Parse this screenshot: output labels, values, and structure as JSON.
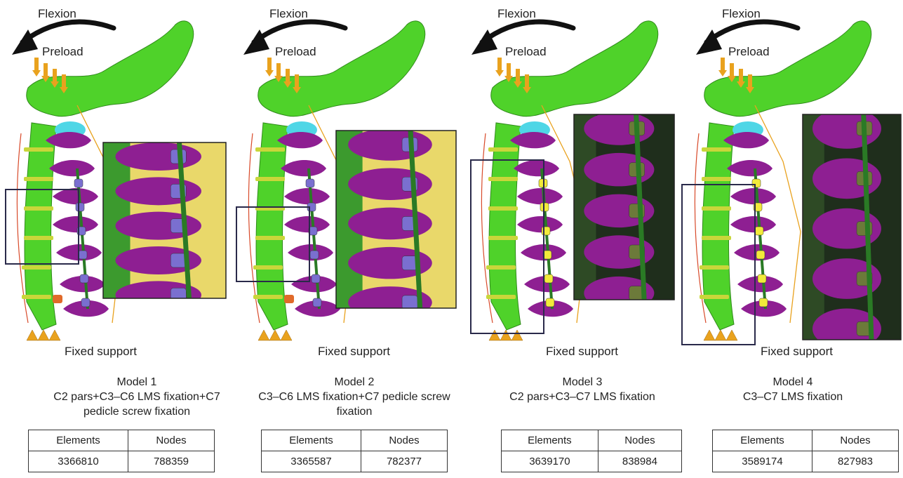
{
  "labels": {
    "flexion": "Flexion",
    "preload": "Preload",
    "fixed_support": "Fixed support"
  },
  "colors": {
    "bone_green": "#4fd22a",
    "process_purple": "#8e1f92",
    "ligament_cyan": "#4fd6e6",
    "screw_yellow": "#f2ea3a",
    "arrow_orange": "#e9a21e",
    "disc_yellow": "#c9d63a"
  },
  "models": [
    {
      "title": "Model 1",
      "description": "C2 pars+C3–C6 LMS fixation+C7 pedicle screw fixation",
      "table": {
        "headers": [
          "Elements",
          "Nodes"
        ],
        "values": [
          "3366810",
          "788359"
        ]
      }
    },
    {
      "title": "Model 2",
      "description": "C3–C6 LMS fixation+C7 pedicle screw fixation",
      "table": {
        "headers": [
          "Elements",
          "Nodes"
        ],
        "values": [
          "3365587",
          "782377"
        ]
      }
    },
    {
      "title": "Model 3",
      "description": "C2 pars+C3–C7 LMS fixation",
      "table": {
        "headers": [
          "Elements",
          "Nodes"
        ],
        "values": [
          "3639170",
          "838984"
        ]
      }
    },
    {
      "title": "Model 4",
      "description": "C3–C7 LMS fixation",
      "table": {
        "headers": [
          "Elements",
          "Nodes"
        ],
        "values": [
          "3589174",
          "827983"
        ]
      }
    }
  ]
}
